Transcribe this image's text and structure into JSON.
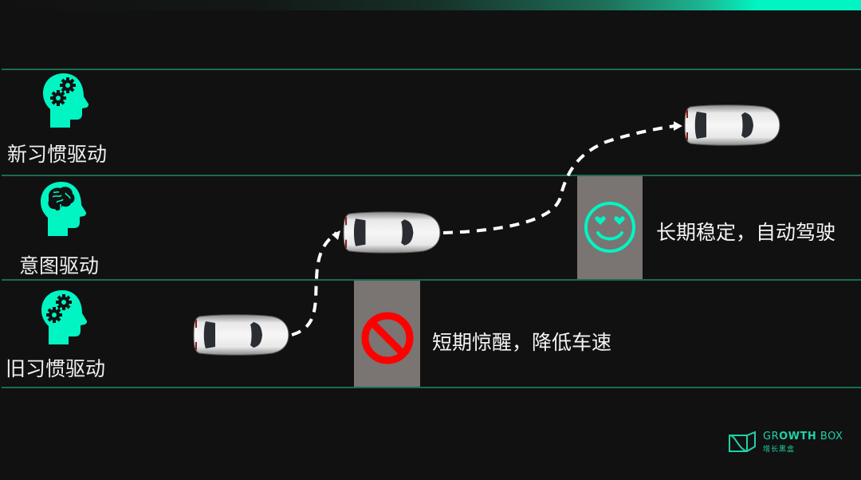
{
  "colors": {
    "background": "#111111",
    "accent": "#00f5c3",
    "lane_line": "#1a6b55",
    "stripe": "#7a7472",
    "stop_red": "#ff0000",
    "label_text": "#f0f0f0"
  },
  "lanes": [
    {
      "label": "新习惯驱动",
      "icon": "head-gears-icon"
    },
    {
      "label": "意图驱动",
      "icon": "head-brain-icon"
    },
    {
      "label": "旧习惯驱动",
      "icon": "head-gears-icon"
    }
  ],
  "markers": {
    "stop": {
      "icon": "prohibited-icon",
      "text": "短期惊醒，降低车速"
    },
    "smile": {
      "icon": "heart-eyes-smiley-icon",
      "text": "长期稳定，自动驾驶"
    }
  },
  "path": {
    "description": "dashed arrow path connecting three car positions",
    "arrow_icon": "dashed-arrow-icon"
  },
  "cars": [
    {
      "name": "car-old-habit",
      "lane": "旧习惯驱动"
    },
    {
      "name": "car-intent",
      "lane": "意图驱动"
    },
    {
      "name": "car-new-habit",
      "lane": "新习惯驱动"
    }
  ],
  "logo": {
    "title_light1": "GR",
    "title_bold": "OWTH",
    "title_light2": " BOX",
    "subtitle": "增长黑盒"
  }
}
